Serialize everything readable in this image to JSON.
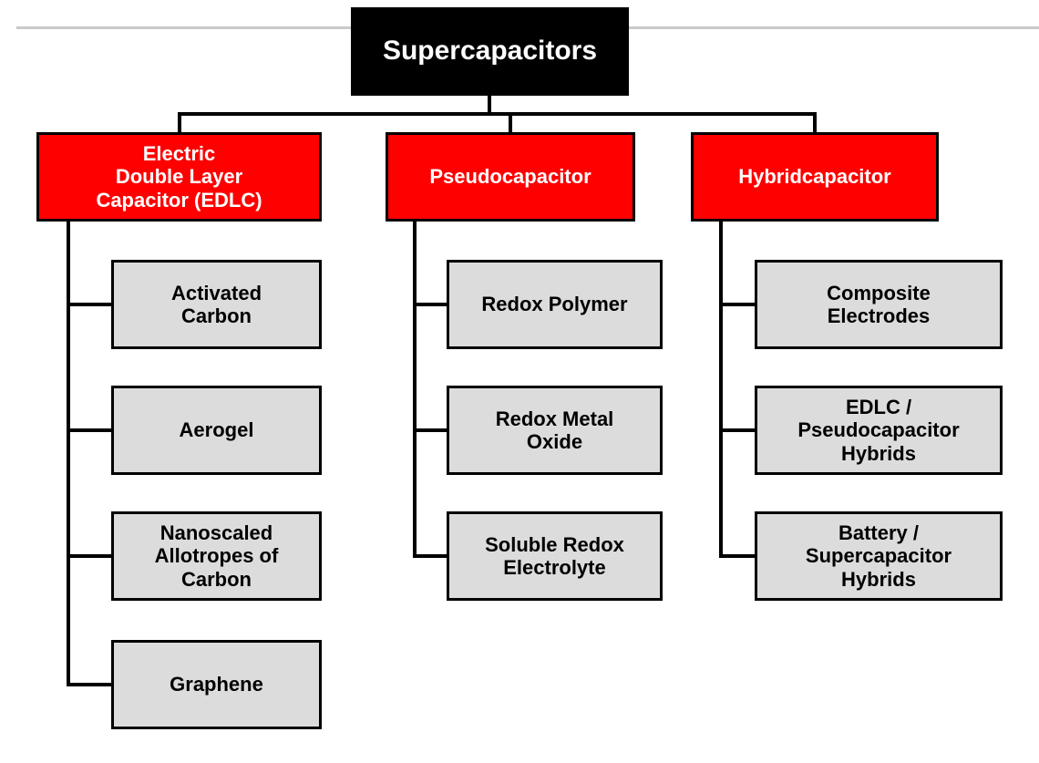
{
  "colors": {
    "root_bg": "#000000",
    "root_text": "#ffffff",
    "branch_bg": "#fe0000",
    "branch_text": "#ffffff",
    "leaf_bg": "#dcdcdc",
    "leaf_text": "#000000",
    "connector": "#000000",
    "divider": "#c8cbca",
    "page_bg": "#ffffff"
  },
  "tree": {
    "root": {
      "label": "Supercapacitors"
    },
    "branches": [
      {
        "label": "Electric\nDouble Layer\nCapacitor (EDLC)",
        "children": [
          {
            "label": "Activated\nCarbon"
          },
          {
            "label": "Aerogel"
          },
          {
            "label": "Nanoscaled\nAllotropes of\nCarbon"
          },
          {
            "label": "Graphene"
          }
        ]
      },
      {
        "label": "Pseudocapacitor",
        "children": [
          {
            "label": "Redox Polymer"
          },
          {
            "label": "Redox Metal\nOxide"
          },
          {
            "label": "Soluble Redox\nElectrolyte"
          }
        ]
      },
      {
        "label": "Hybridcapacitor",
        "children": [
          {
            "label": "Composite\nElectrodes"
          },
          {
            "label": "EDLC /\nPseudocapacitor\nHybrids"
          },
          {
            "label": "Battery /\nSupercapacitor\nHybrids"
          }
        ]
      }
    ]
  }
}
